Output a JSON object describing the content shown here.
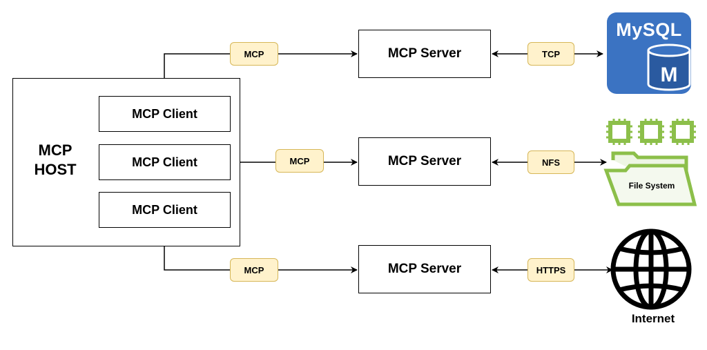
{
  "host": {
    "label": "MCP\nHOST",
    "clients": [
      "MCP Client",
      "MCP Client",
      "MCP Client"
    ]
  },
  "servers": [
    "MCP Server",
    "MCP Server",
    "MCP Server"
  ],
  "protocols": {
    "client_server": [
      "MCP",
      "MCP",
      "MCP"
    ],
    "server_resource": [
      "TCP",
      "NFS",
      "HTTPS"
    ]
  },
  "resources": {
    "database": {
      "label": "MySQL",
      "icon": "mysql-database-icon",
      "letter": "M",
      "color": "#3b73c2"
    },
    "filesystem": {
      "label": "File System",
      "icon": "folder-icon",
      "color": "#8cbf4a"
    },
    "internet": {
      "label": "Internet",
      "icon": "globe-icon"
    }
  },
  "colors": {
    "tag_fill": "#fff2cc",
    "tag_border": "#d6b656",
    "line": "#000000"
  }
}
